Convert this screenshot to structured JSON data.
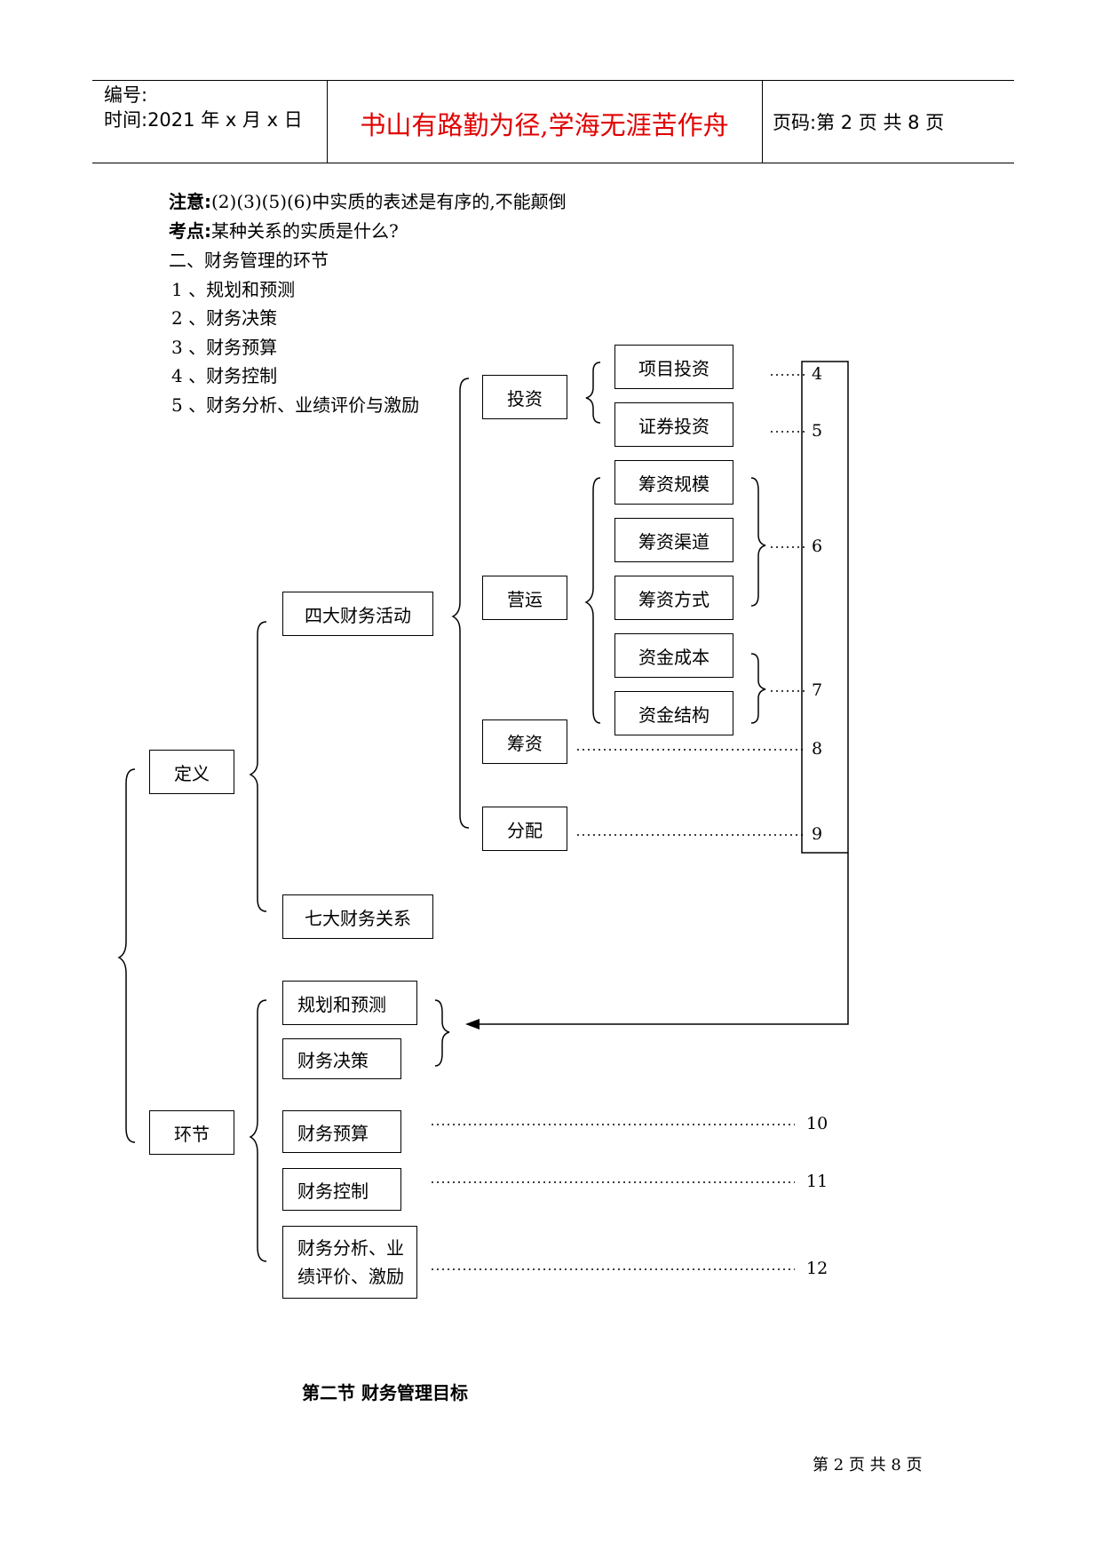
{
  "header": {
    "number_label": "编号:",
    "time_label": "时间:2021 年 x 月 x 日",
    "motto": "书山有路勤为径,学海无涯苦作舟",
    "page_label": "页码:第 2 页  共 8 页",
    "motto_color": "#e00000"
  },
  "notes": {
    "note_label": "注意:",
    "note_text": "(2)(3)(5)(6)中实质的表述是有序的,不能颠倒",
    "point_label": "考点:",
    "point_text": "某种关系的实质是什么?",
    "section_heading": "二、财务管理的环节",
    "items": [
      "1 、规划和预测",
      "2 、财务决策",
      "3 、财务预算",
      "4 、财务控制",
      "5 、财务分析、业绩评价与激励"
    ]
  },
  "diagram": {
    "root_definition": "定义",
    "root_links": "环节",
    "four_activities": "四大财务活动",
    "seven_relations": "七大财务关系",
    "investment": "投资",
    "operation": "营运",
    "financing": "筹资",
    "distribution": "分配",
    "project_investment": "项目投资",
    "securities_investment": "证券投资",
    "financing_scale": "筹资规模",
    "financing_channel": "筹资渠道",
    "financing_method": "筹资方式",
    "capital_cost": "资金成本",
    "capital_structure": "资金结构",
    "planning_forecast": "规划和预测",
    "financial_decision": "财务决策",
    "financial_budget": "财务预算",
    "financial_control": "财务控制",
    "analysis_line1": "财务分析、业",
    "analysis_line2": "绩评价、激励",
    "numbers": [
      "4",
      "5",
      "6",
      "7",
      "8",
      "9",
      "10",
      "11",
      "12"
    ]
  },
  "section_title": "第二节   财务管理目标",
  "footer": "第 2 页 共 8 页"
}
